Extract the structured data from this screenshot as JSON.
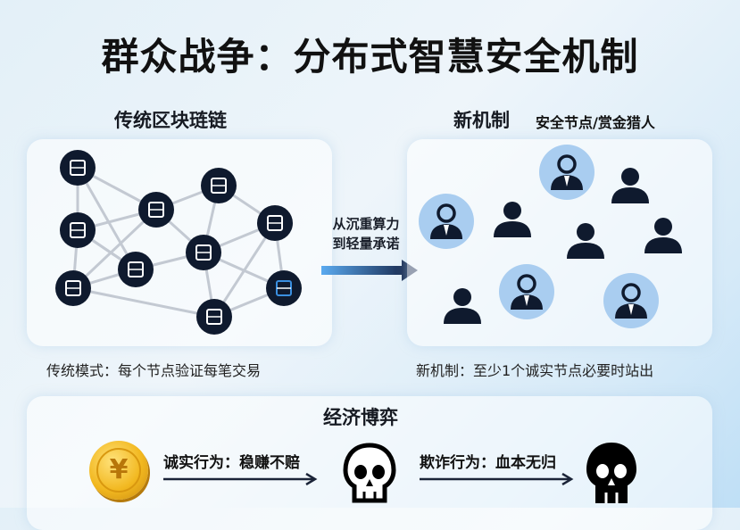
{
  "title": "群众战争：分布式智慧安全机制",
  "left": {
    "heading": "传统区块琏链",
    "caption": "传统模式：每个节点验证每笔交易",
    "node_icons": [
      "grid-icon",
      "wallet-icon",
      "safe-icon",
      "book-icon",
      "server-icon",
      "document-stack-icon",
      "phone-icon",
      "blocks-icon",
      "location-icon",
      "ledger-icon"
    ]
  },
  "transition": {
    "line1": "从沉重算力",
    "line2": "到轻量承诺"
  },
  "right": {
    "heading": "新机制",
    "subheading": "安全节点/赏金猎人",
    "caption": "新机制：至少1个诚实节点必要时站出"
  },
  "game": {
    "heading": "经济博弈",
    "honest": "诚实行为：稳赚不赔",
    "fraud": "欺诈行为：血本无归",
    "coin_symbol": "¥"
  },
  "colors": {
    "node": "#0f1a2e",
    "accent": "#3a8fe0",
    "halo": "#a9cdf0",
    "coin": "#f2b820"
  }
}
